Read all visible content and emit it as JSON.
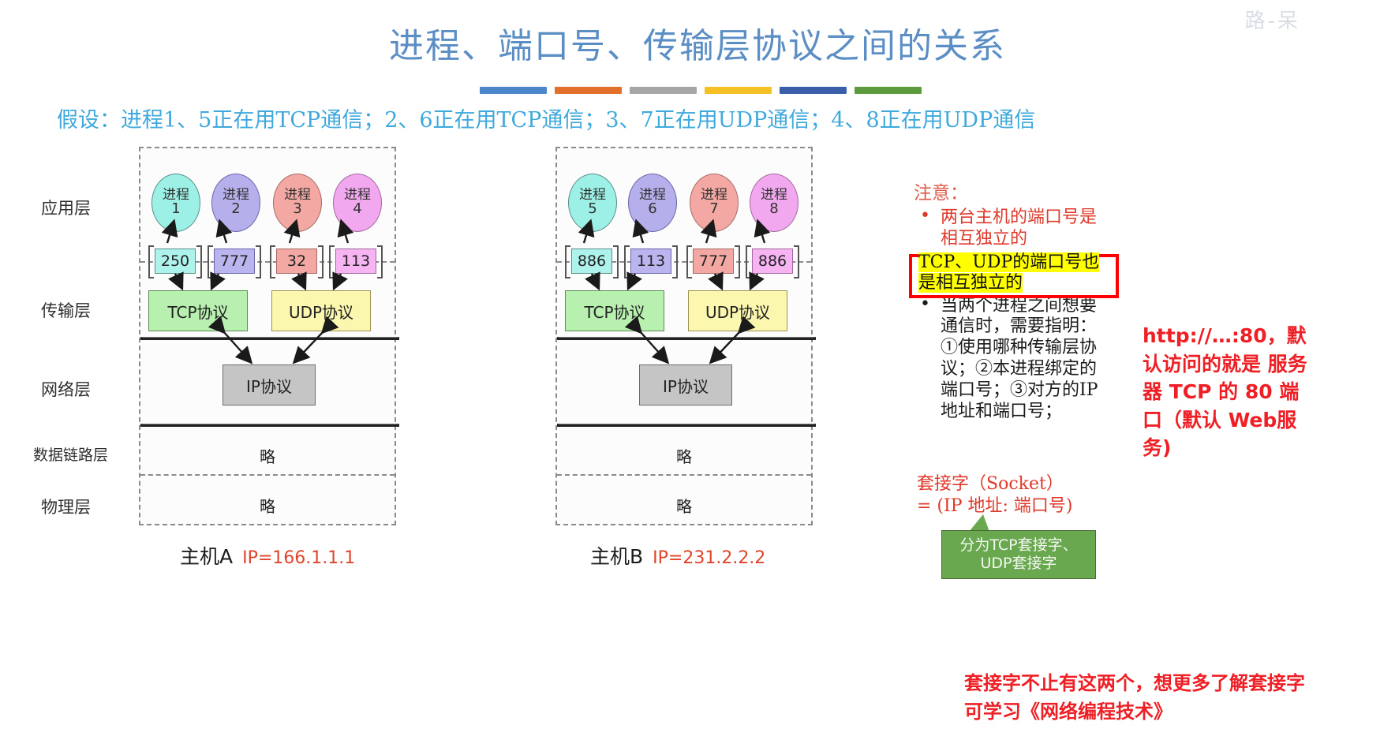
{
  "slide": {
    "title": "进程、端口号、传输层协议之间的关系",
    "watermark": "路-呆",
    "subtitle": "假设：进程1、5正在用TCP通信；2、6正在用TCP通信；3、7正在用UDP通信；4、8正在用UDP通信",
    "title_bar_colors": [
      "#4a86c8",
      "#e2702a",
      "#a6a6a6",
      "#f5c024",
      "#3a5fa8",
      "#5d9c3e"
    ],
    "title_color": "#5b8ec4",
    "subtitle_color": "#3fa9dd"
  },
  "layers": [
    {
      "name": "应用层"
    },
    {
      "name": "传输层"
    },
    {
      "name": "网络层"
    },
    {
      "name": "数据链路层"
    },
    {
      "name": "物理层"
    }
  ],
  "hosts": [
    {
      "name": "主机A",
      "ip_label": "IP=166.1.1.1",
      "processes": [
        {
          "label": "进程",
          "num": "1",
          "color": "#9cf0e6",
          "border": "#5a8f88"
        },
        {
          "label": "进程",
          "num": "2",
          "color": "#b5b0ec",
          "border": "#6a65a8"
        },
        {
          "label": "进程",
          "num": "3",
          "color": "#f3a8a3",
          "border": "#a86b66"
        },
        {
          "label": "进程",
          "num": "4",
          "color": "#f2a8ef",
          "border": "#a368a0"
        }
      ],
      "ports": [
        {
          "value": "250",
          "color": "#aef2ec",
          "border": "#5a8f88"
        },
        {
          "value": "777",
          "color": "#bab5ef",
          "border": "#6a65a8"
        },
        {
          "value": "32",
          "color": "#f3a8a3",
          "border": "#a86b66"
        },
        {
          "value": "113",
          "color": "#f7b4f3",
          "border": "#a368a0"
        }
      ],
      "transport": [
        {
          "label": "TCP协议"
        },
        {
          "label": "UDP协议"
        }
      ],
      "network": {
        "label": "IP协议"
      },
      "datalink": {
        "label": "略"
      },
      "physical": {
        "label": "略"
      }
    },
    {
      "name": "主机B",
      "ip_label": "IP=231.2.2.2",
      "processes": [
        {
          "label": "进程",
          "num": "5",
          "color": "#9cf0e6",
          "border": "#5a8f88"
        },
        {
          "label": "进程",
          "num": "6",
          "color": "#b5b0ec",
          "border": "#6a65a8"
        },
        {
          "label": "进程",
          "num": "7",
          "color": "#f3a8a3",
          "border": "#a86b66"
        },
        {
          "label": "进程",
          "num": "8",
          "color": "#f2a8ef",
          "border": "#a368a0"
        }
      ],
      "ports": [
        {
          "value": "886",
          "color": "#aef2ec",
          "border": "#5a8f88"
        },
        {
          "value": "113",
          "color": "#bab5ef",
          "border": "#6a65a8"
        },
        {
          "value": "777",
          "color": "#f3a8a3",
          "border": "#a86b66"
        },
        {
          "value": "886",
          "color": "#f7b4f3",
          "border": "#a368a0"
        }
      ],
      "transport": [
        {
          "label": "TCP协议"
        },
        {
          "label": "UDP协议"
        }
      ],
      "network": {
        "label": "IP协议"
      },
      "datalink": {
        "label": "略"
      },
      "physical": {
        "label": "略"
      }
    }
  ],
  "notes": {
    "heading": "注意：",
    "bullet1_line1": "两台主机的端口号是",
    "bullet1_line2": "相互独立的",
    "bullet2_line1": "TCP、UDP的端口号也",
    "bullet2_line2": "是相互独立的",
    "bullet3_line1": "当两个进程之间想要",
    "bullet3_line2": "通信时，需要指明：",
    "bullet3_line3": "①使用哪种传输层协",
    "bullet3_line4": "议；②本进程绑定的",
    "bullet3_line5": "端口号；③对方的IP",
    "bullet3_line6": "地址和端口号；",
    "highlight_color": "#ffff00",
    "highlight_border_color": "#ff0000"
  },
  "socket": {
    "line1": "套接字（Socket）",
    "line2": "= (IP 地址: 端口号)",
    "callout_line1": "分为TCP套接字、",
    "callout_line2": "UDP套接字",
    "callout_color": "#6aa84f"
  },
  "right_note": {
    "line1": "http://…:80，默",
    "line2": "认访问的就是 服务",
    "line3": "器 TCP 的 80 端",
    "line4": "口（默认 Web服",
    "line5": "务)",
    "color": "#ee1f25"
  },
  "bottom_note": {
    "line1": "套接字不止有这两个，想更多了解套接字",
    "line2": "可学习《网络编程技术》",
    "color": "#ee1f25"
  }
}
